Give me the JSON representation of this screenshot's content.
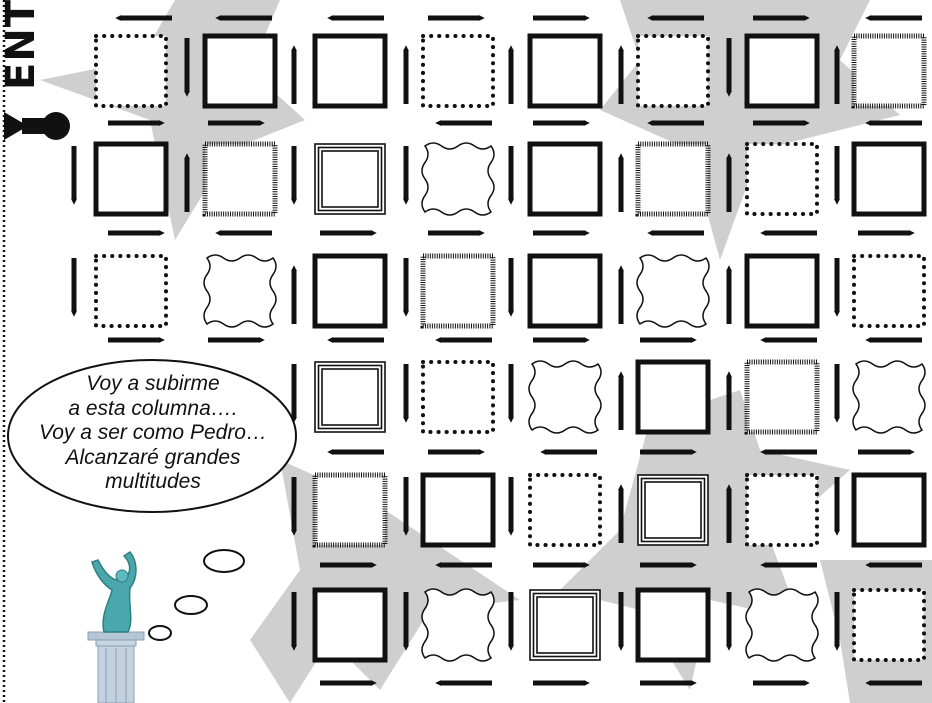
{
  "entrance": {
    "label": "ENTRA"
  },
  "speech_bubble": {
    "lines": [
      "Voy a subirme",
      "a esta columna….",
      "Voy a ser como Pedro…",
      "Alcanzaré  grandes",
      "multitudes"
    ]
  },
  "colors": {
    "shade": "#cfcfcf",
    "ink": "#111111",
    "statue": "#4aa7ab",
    "column": "#b5c6d6"
  },
  "grid": {
    "cols": 8,
    "rows": 6,
    "cells": [
      [
        "dotted",
        "solid",
        "solid",
        "dotted",
        "solid",
        "dotted",
        "solid",
        "hatched"
      ],
      [
        "solid",
        "hatched",
        "double",
        "wavy",
        "solid",
        "hatched",
        "dotted",
        "solid"
      ],
      [
        "dotted",
        "wavy",
        "solid",
        "hatched",
        "solid",
        "wavy",
        "solid",
        "dotted"
      ],
      [
        null,
        null,
        "double",
        "dotted",
        "wavy",
        "solid",
        "hatched",
        "wavy"
      ],
      [
        null,
        null,
        "hatched",
        "solid",
        "dotted",
        "double",
        "dotted",
        "solid"
      ],
      [
        null,
        null,
        "solid",
        "wavy",
        "double",
        "solid",
        "wavy",
        "dotted"
      ]
    ],
    "h_arrows": [
      [
        "left",
        "left",
        "left",
        "right",
        "right",
        "left",
        "right",
        "left"
      ],
      [
        "right",
        "right",
        null,
        "left",
        "right",
        "left",
        "right",
        "left"
      ],
      [
        "right",
        "left",
        "right",
        "right",
        "right",
        "left",
        "left",
        "right"
      ],
      [
        "right",
        "right",
        "left",
        "left",
        "right",
        "right",
        "left",
        "left"
      ],
      [
        null,
        null,
        "left",
        "right",
        "left",
        "right",
        "left",
        "right"
      ],
      [
        null,
        null,
        "right",
        "left",
        "right",
        "right",
        "left",
        "left"
      ],
      [
        null,
        null,
        "right",
        "left",
        "right",
        "right",
        "right",
        "left"
      ]
    ],
    "v_arrows": [
      [
        null,
        "down",
        "up",
        "up",
        "up",
        "up",
        "down",
        "up"
      ],
      [
        "down",
        "up",
        "down",
        "down",
        "down",
        "up",
        "up",
        "down"
      ],
      [
        "down",
        null,
        "up",
        "down",
        "down",
        "up",
        "up",
        "down"
      ],
      [
        null,
        null,
        "down",
        "down",
        "down",
        "up",
        "up",
        "down"
      ],
      [
        null,
        null,
        "down",
        "down",
        "down",
        "up",
        "up",
        "down"
      ],
      [
        null,
        null,
        "down",
        "down",
        "down",
        "down",
        "down",
        "down"
      ]
    ]
  }
}
